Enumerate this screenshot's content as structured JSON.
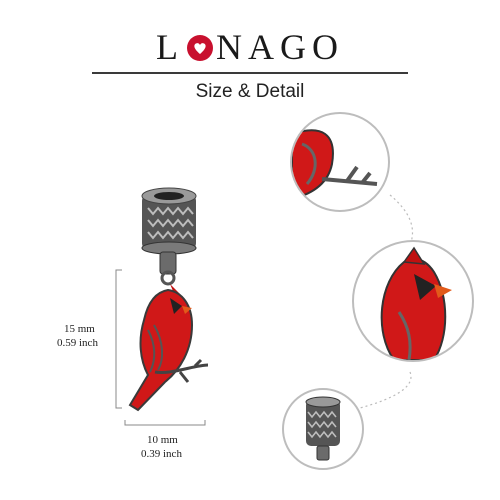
{
  "brand": {
    "letter_l": "L",
    "letters_rest": "NAGO"
  },
  "subtitle": "Size & Detail",
  "dimensions": {
    "height_mm": "15 mm",
    "height_inch": "0.59 inch",
    "width_mm": "10 mm",
    "width_inch": "0.39 inch"
  },
  "colors": {
    "cardinal_red": "#d01818",
    "silver": "#6b6b6b",
    "dark": "#222222",
    "brand_heart": "#c8102e"
  },
  "icons": {
    "heart": "heart-icon"
  }
}
